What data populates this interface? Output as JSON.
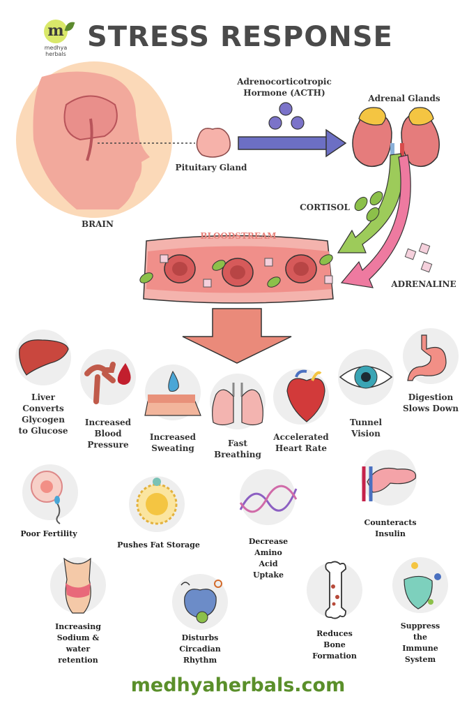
{
  "header": {
    "title": "STRESS RESPONSE",
    "logo_letter": "m",
    "logo_line1": "medhya",
    "logo_line2": "herbals"
  },
  "flow": {
    "brain": "BRAIN",
    "pituitary": "Pituitary Gland",
    "acth_line1": "Adrenocorticotropic",
    "acth_line2": "Hormone (ACTH)",
    "adrenal": "Adrenal Glands",
    "cortisol": "CORTISOL",
    "adrenaline": "ADRENALINE",
    "bloodstream": "BLOODSTREAM"
  },
  "effects": [
    {
      "id": "liver",
      "icon": "liver-icon",
      "lines": [
        "Liver",
        "Converts",
        "Glycogen",
        "to Glucose"
      ]
    },
    {
      "id": "blood-pressure",
      "icon": "artery-icon",
      "lines": [
        "Increased",
        "Blood",
        "Pressure"
      ]
    },
    {
      "id": "sweating",
      "icon": "sweat-drop-icon",
      "lines": [
        "Increased",
        "Sweating"
      ]
    },
    {
      "id": "breathing",
      "icon": "lungs-icon",
      "lines": [
        "Fast",
        "Breathing"
      ]
    },
    {
      "id": "heart-rate",
      "icon": "heart-icon",
      "lines": [
        "Accelerated",
        "Heart Rate"
      ]
    },
    {
      "id": "tunnel-vision",
      "icon": "eye-icon",
      "lines": [
        "Tunnel",
        "Vision"
      ]
    },
    {
      "id": "digestion",
      "icon": "stomach-icon",
      "lines": [
        "Digestion",
        "Slows Down"
      ]
    },
    {
      "id": "fertility",
      "icon": "sperm-egg-icon",
      "lines": [
        "Poor Fertility"
      ]
    },
    {
      "id": "fat-storage",
      "icon": "fat-cell-icon",
      "lines": [
        "Pushes Fat Storage"
      ]
    },
    {
      "id": "amino-acid",
      "icon": "dna-icon",
      "lines": [
        "Decrease",
        "Amino",
        "Acid",
        "Uptake"
      ]
    },
    {
      "id": "insulin",
      "icon": "pancreas-icon",
      "lines": [
        "Counteracts",
        "Insulin"
      ]
    },
    {
      "id": "sodium",
      "icon": "body-icon",
      "lines": [
        "Increasing",
        "Sodium &",
        "water",
        "retention"
      ]
    },
    {
      "id": "circadian",
      "icon": "circadian-icon",
      "lines": [
        "Disturbs",
        "Circadian",
        "Rhythm"
      ]
    },
    {
      "id": "bone",
      "icon": "bone-icon",
      "lines": [
        "Reduces",
        "Bone",
        "Formation"
      ]
    },
    {
      "id": "immune",
      "icon": "shield-icon",
      "lines": [
        "Suppress",
        "the",
        "Immune",
        "System"
      ]
    }
  ],
  "footer": {
    "website": "medhyaherbals.com"
  }
}
